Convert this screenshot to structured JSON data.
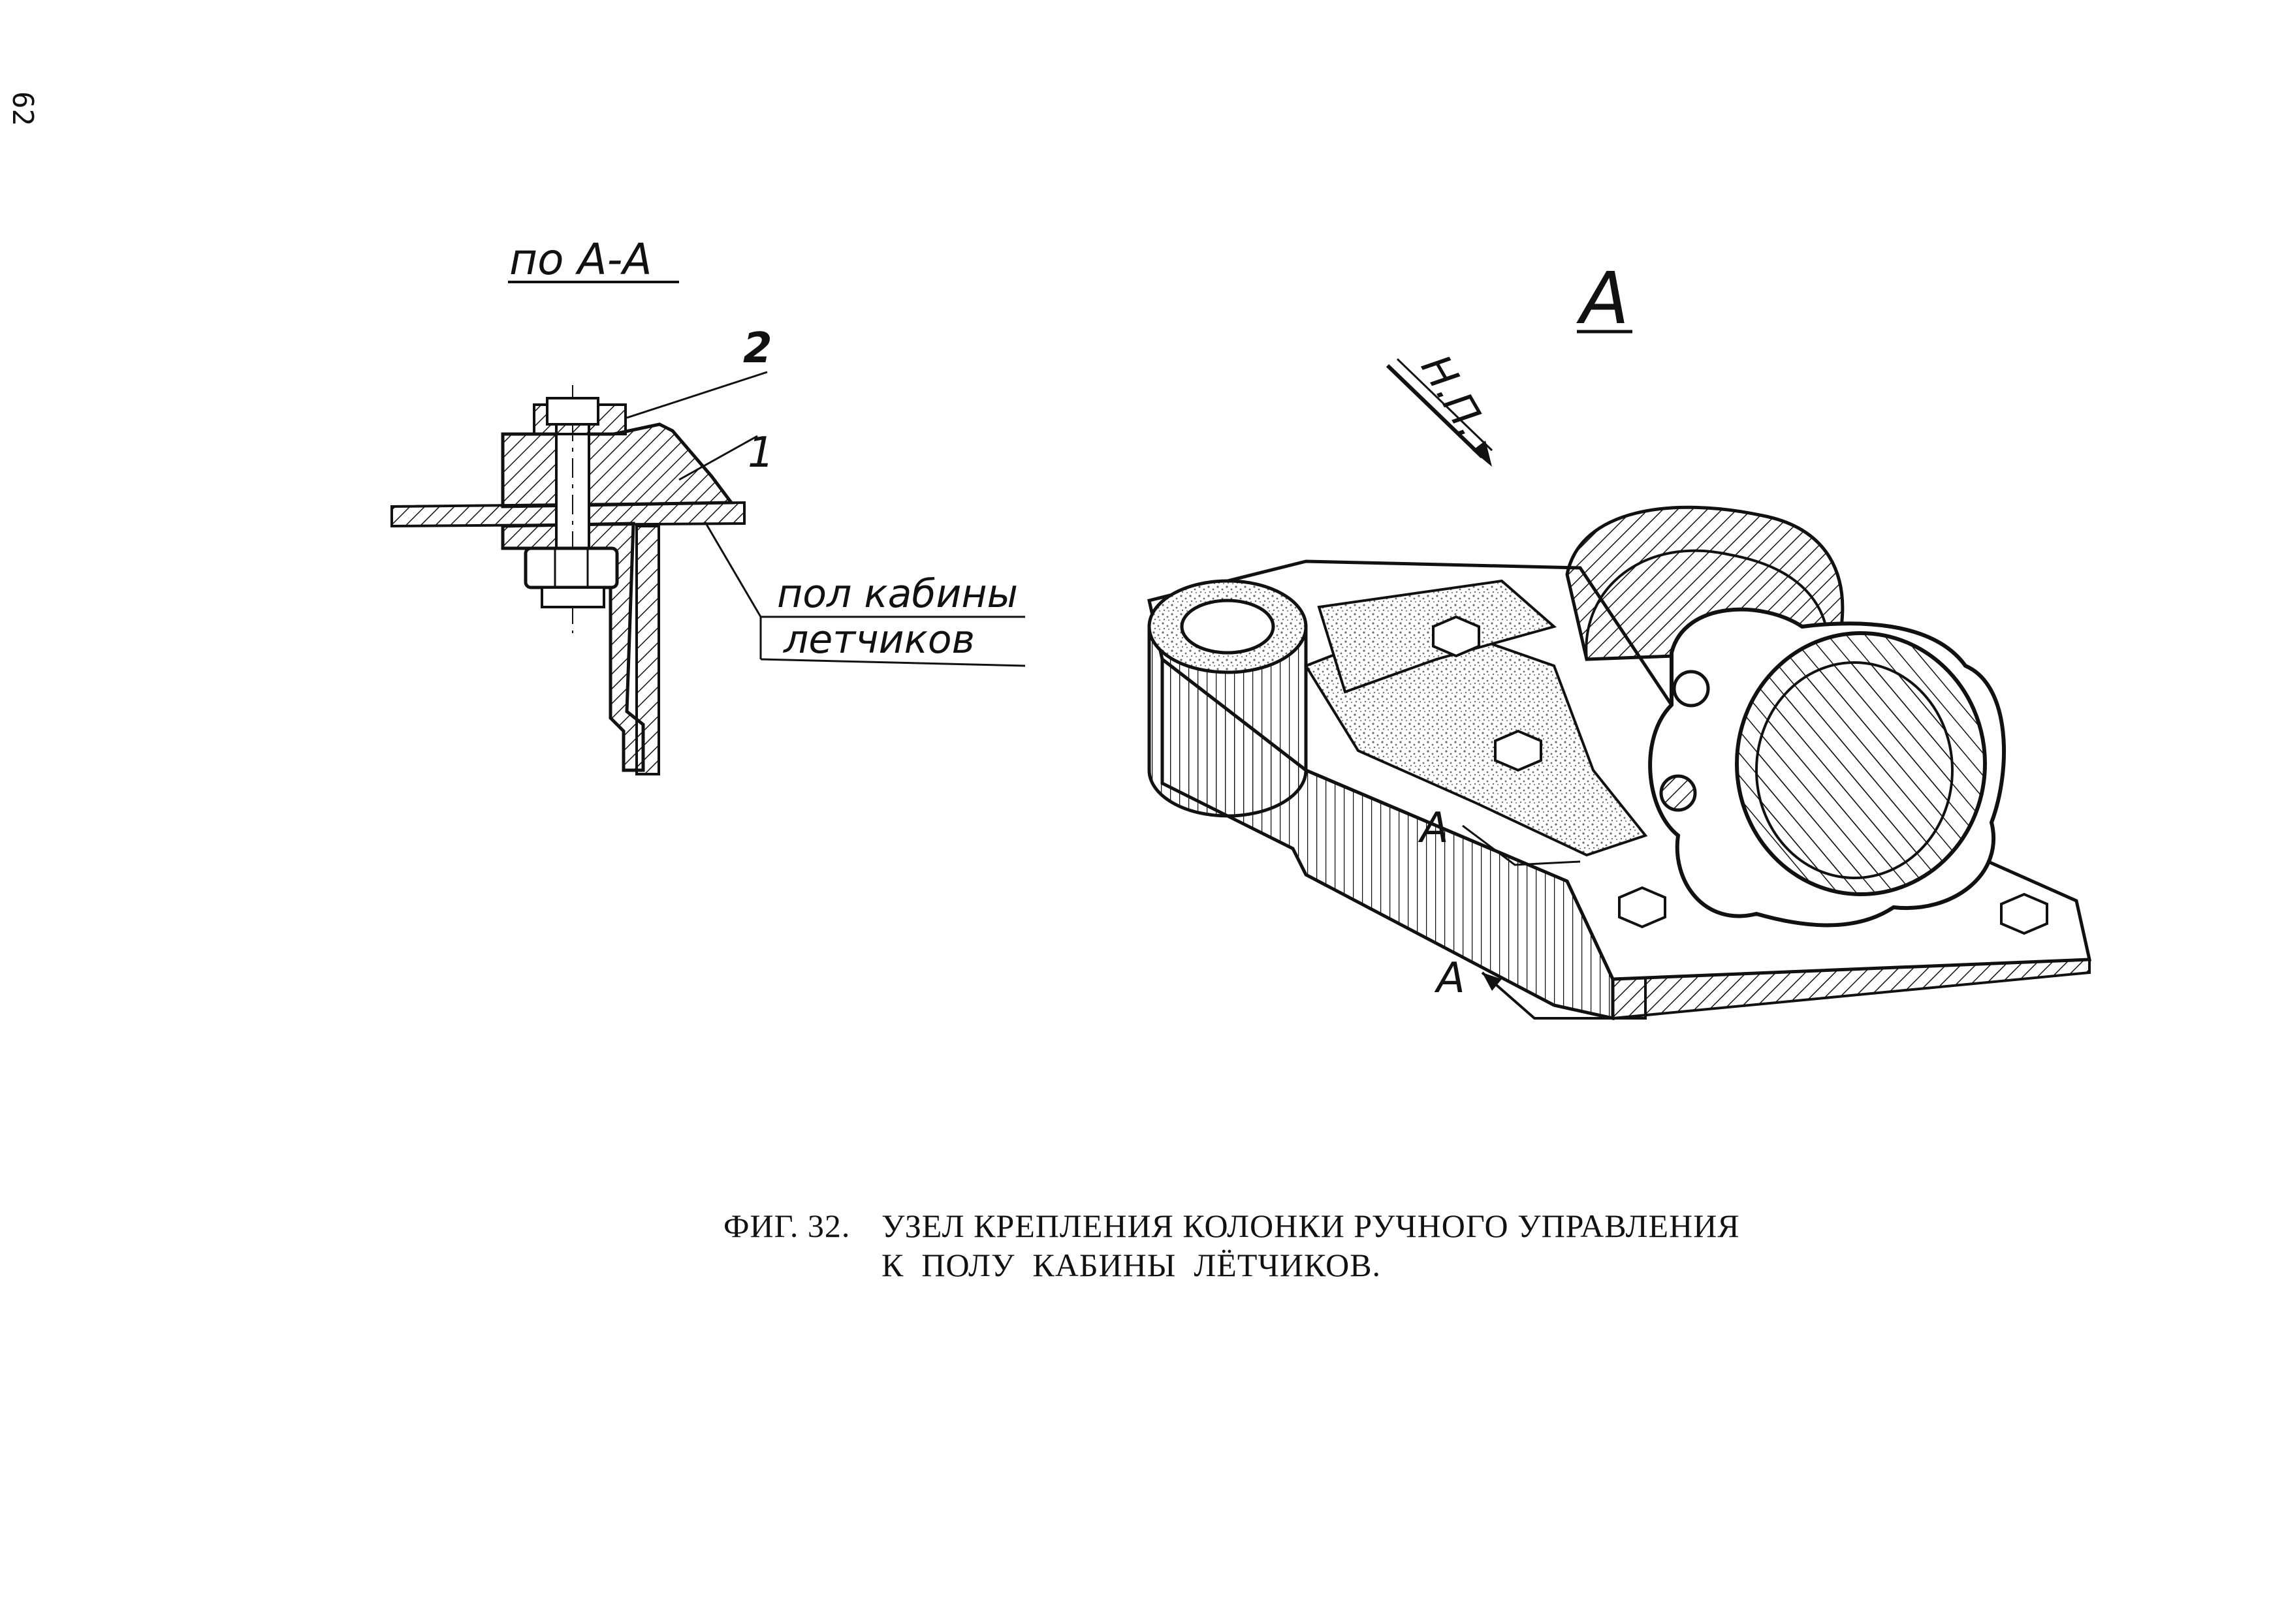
{
  "page_number": "62",
  "section_view": {
    "title": "по А-А",
    "callout_1": "1",
    "callout_2": "2",
    "floor_label_line1": "пол кабины",
    "floor_label_line2": "летчиков"
  },
  "view_a": {
    "title": "А",
    "direction_label": "Н.П.",
    "section_mark_upper": "А",
    "section_mark_lower": "А"
  },
  "caption": {
    "fig_label": "ФИГ. 32.",
    "line1": "УЗЕЛ КРЕПЛЕНИЯ КОЛОНКИ РУЧНОГО УПРАВЛЕНИЯ",
    "line2": "К  ПОЛУ  КАБИНЫ  ЛЁТЧИКОВ."
  },
  "colors": {
    "ink": "#111111",
    "paper": "#ffffff",
    "speckle": "#6a6a6a"
  }
}
